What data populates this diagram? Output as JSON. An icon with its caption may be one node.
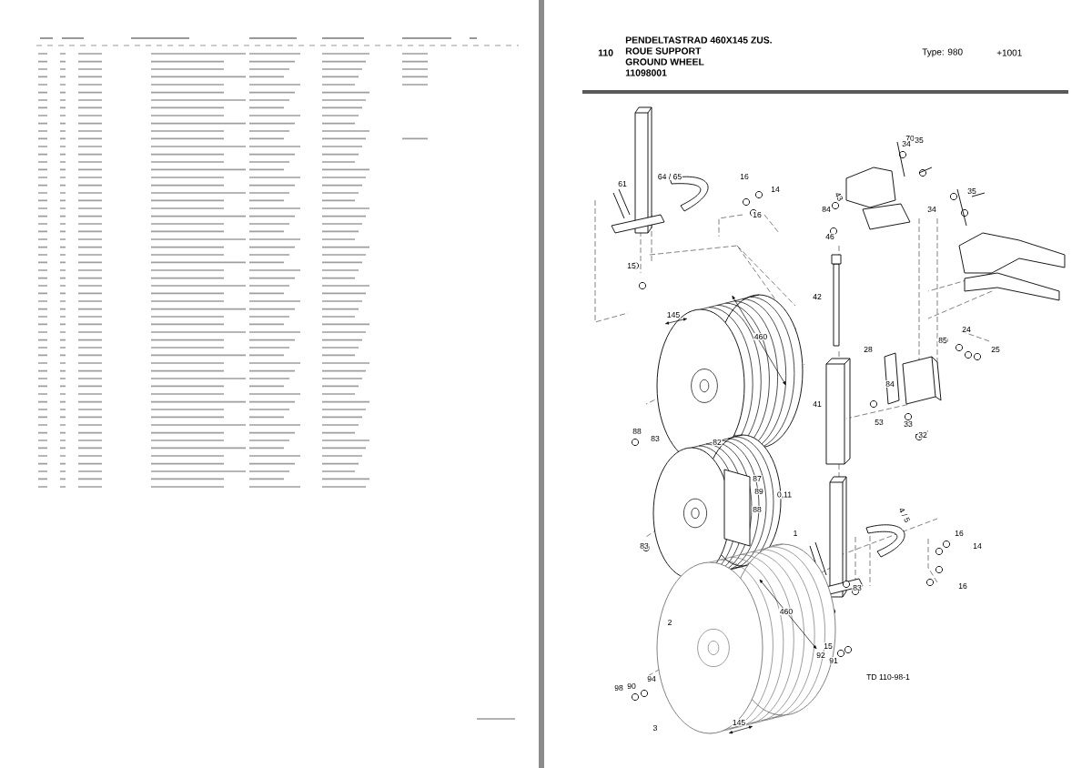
{
  "diagram": {
    "labels": [
      "110",
      "PENDELTASTRAD 460X145 ZUS.",
      "ROUE SUPPORT",
      "GROUND WHEEL",
      "11098001",
      "Type: 980",
      "+1001",
      "64 / 65",
      "61",
      "16",
      "14",
      "16",
      "15",
      "70",
      "34",
      "35",
      "43",
      "84",
      "46",
      "34",
      "35",
      "42",
      "145",
      "460",
      "28",
      "85",
      "24",
      "25",
      "84",
      "41",
      "53",
      "33",
      "32",
      "88",
      "83",
      "82",
      "87",
      "89",
      "88",
      "0,11",
      "83",
      "4 / 5",
      "1",
      "16",
      "14",
      "16",
      "2",
      "83",
      "460",
      "15",
      "92",
      "91",
      "TD 110-98-1",
      "98",
      "90",
      "94",
      "3",
      "145"
    ]
  }
}
